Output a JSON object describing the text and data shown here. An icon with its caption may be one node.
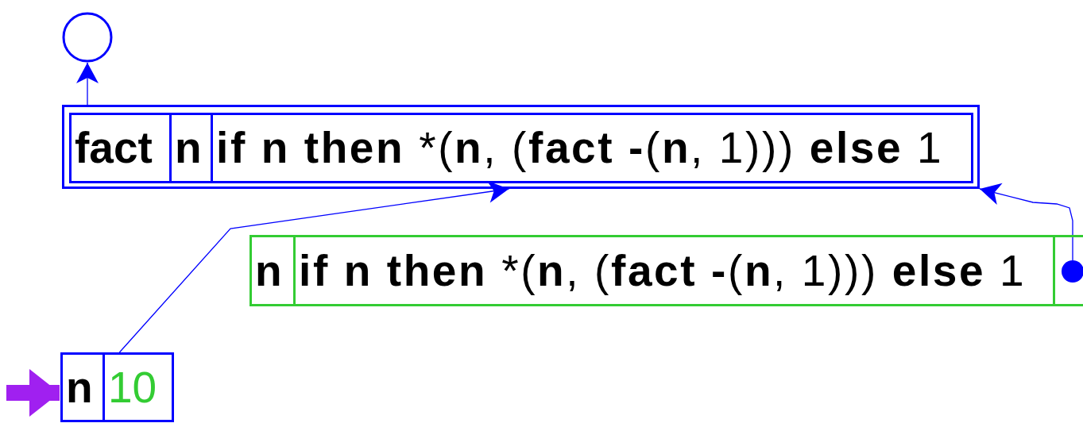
{
  "diagram": {
    "nodes": [
      {
        "text": [],
        "shape": "circle"
      },
      {
        "text": [],
        "shape": "box"
      },
      {
        "text": [
          "fact"
        ],
        "in": 1
      },
      {
        "text": [
          "n"
        ],
        "in": 1
      },
      {
        "text": [
          "**if n then** *(**n**, (**fact -**(**n**, 1))) **else** 1"
        ],
        "in": 1
      },
      {
        "text": [],
        "shape": "box"
      },
      {
        "text": [
          "n"
        ],
        "in": 5
      },
      {
        "text": [
          "**if n then** *(**n**, (**fact -**(**n**, 1))) **else** 1"
        ],
        "in": 5
      },
      {
        "text": [],
        "shape": "box",
        "in": 5
      },
      {
        "text": [],
        "shape": "circle",
        "in": 8
      },
      {
        "text": [],
        "shape": "box"
      },
      {
        "text": [
          "n"
        ],
        "in": 10
      },
      {
        "text": [
          "10"
        ],
        "in": 10
      }
    ],
    "edges": [
      {
        "from": 1,
        "to": 0,
        "arrow": "to"
      },
      {
        "from": 10,
        "to": 1,
        "arrow": "to"
      },
      {
        "from": 9,
        "to": 1,
        "arrow": "to"
      },
      {
        "from": null,
        "to": 10,
        "arrow": "to",
        "style": "thick",
        "color": "#a020f0"
      }
    ]
  }
}
